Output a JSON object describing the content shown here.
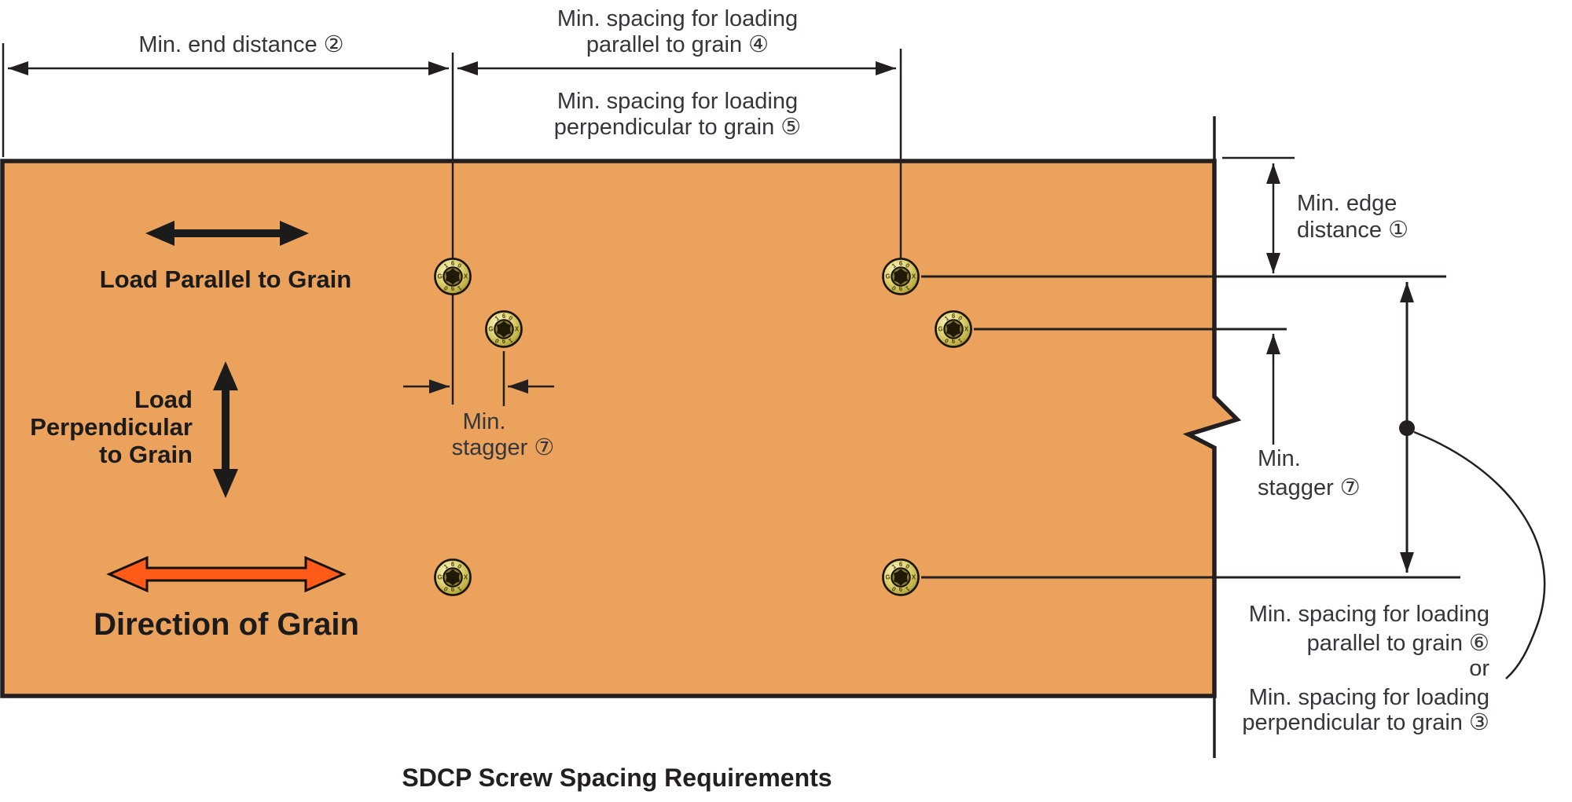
{
  "diagram": {
    "title": "SDCP Screw Spacing Requirements",
    "colors": {
      "board_fill": "#EAA25C",
      "board_border": "#231F20",
      "grain_arrow_fill": "#FF5A17",
      "line_color": "#231F20"
    },
    "top_dimensions": {
      "end_distance": "Min. end distance ②",
      "spacing_parallel_line1": "Min. spacing for loading",
      "spacing_parallel_line2": "parallel to grain ④",
      "spacing_perpendicular_line1": "Min. spacing for loading",
      "spacing_perpendicular_line2": "perpendicular to grain ⑤"
    },
    "board_labels": {
      "load_parallel": "Load Parallel to Grain",
      "load_perpendicular_line1": "Load",
      "load_perpendicular_line2": "Perpendicular",
      "load_perpendicular_line3": "to Grain",
      "direction_of_grain": "Direction of Grain",
      "stagger_left_line1": "Min.",
      "stagger_left_line2": "stagger ⑦"
    },
    "right_dimensions": {
      "edge_distance_line1": "Min. edge",
      "edge_distance_line2": "distance ①",
      "stagger_right_line1": "Min.",
      "stagger_right_line2": "stagger ⑦",
      "spacing_line1": "Min. spacing for loading",
      "spacing_line2": "parallel to grain ⑥",
      "spacing_or": "or",
      "spacing_line3": "Min. spacing for loading",
      "spacing_line4": "perpendicular to grain ③"
    },
    "screw_markings": {
      "top": [
        "1",
        "6",
        "0"
      ],
      "left": "G",
      "right": "X",
      "bottom": [
        "0",
        "9",
        "1"
      ]
    }
  }
}
